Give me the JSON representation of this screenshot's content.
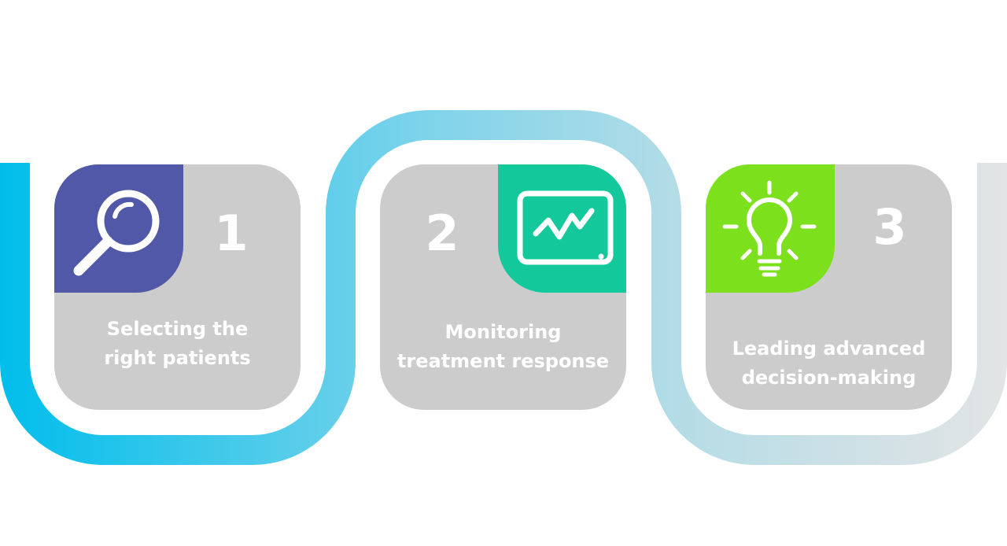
{
  "steps": [
    {
      "number": "1",
      "label_lines": [
        "Selecting the",
        "right patients"
      ],
      "icon": "magnifier-icon",
      "accent_color": "#5158A7"
    },
    {
      "number": "2",
      "label_lines": [
        "Monitoring",
        "treatment response"
      ],
      "icon": "monitor-chart-icon",
      "accent_color": "#13C99B"
    },
    {
      "number": "3",
      "label_lines": [
        "Leading advanced",
        "decision-making"
      ],
      "icon": "lightbulb-icon",
      "accent_color": "#7CE01D"
    }
  ],
  "colors": {
    "card": "#CCCCCC",
    "path_gradient": [
      "#00BEEB",
      "#7DD3EA",
      "#B9DDE6",
      "#E2E4E5"
    ],
    "text": "#FFFFFF"
  }
}
